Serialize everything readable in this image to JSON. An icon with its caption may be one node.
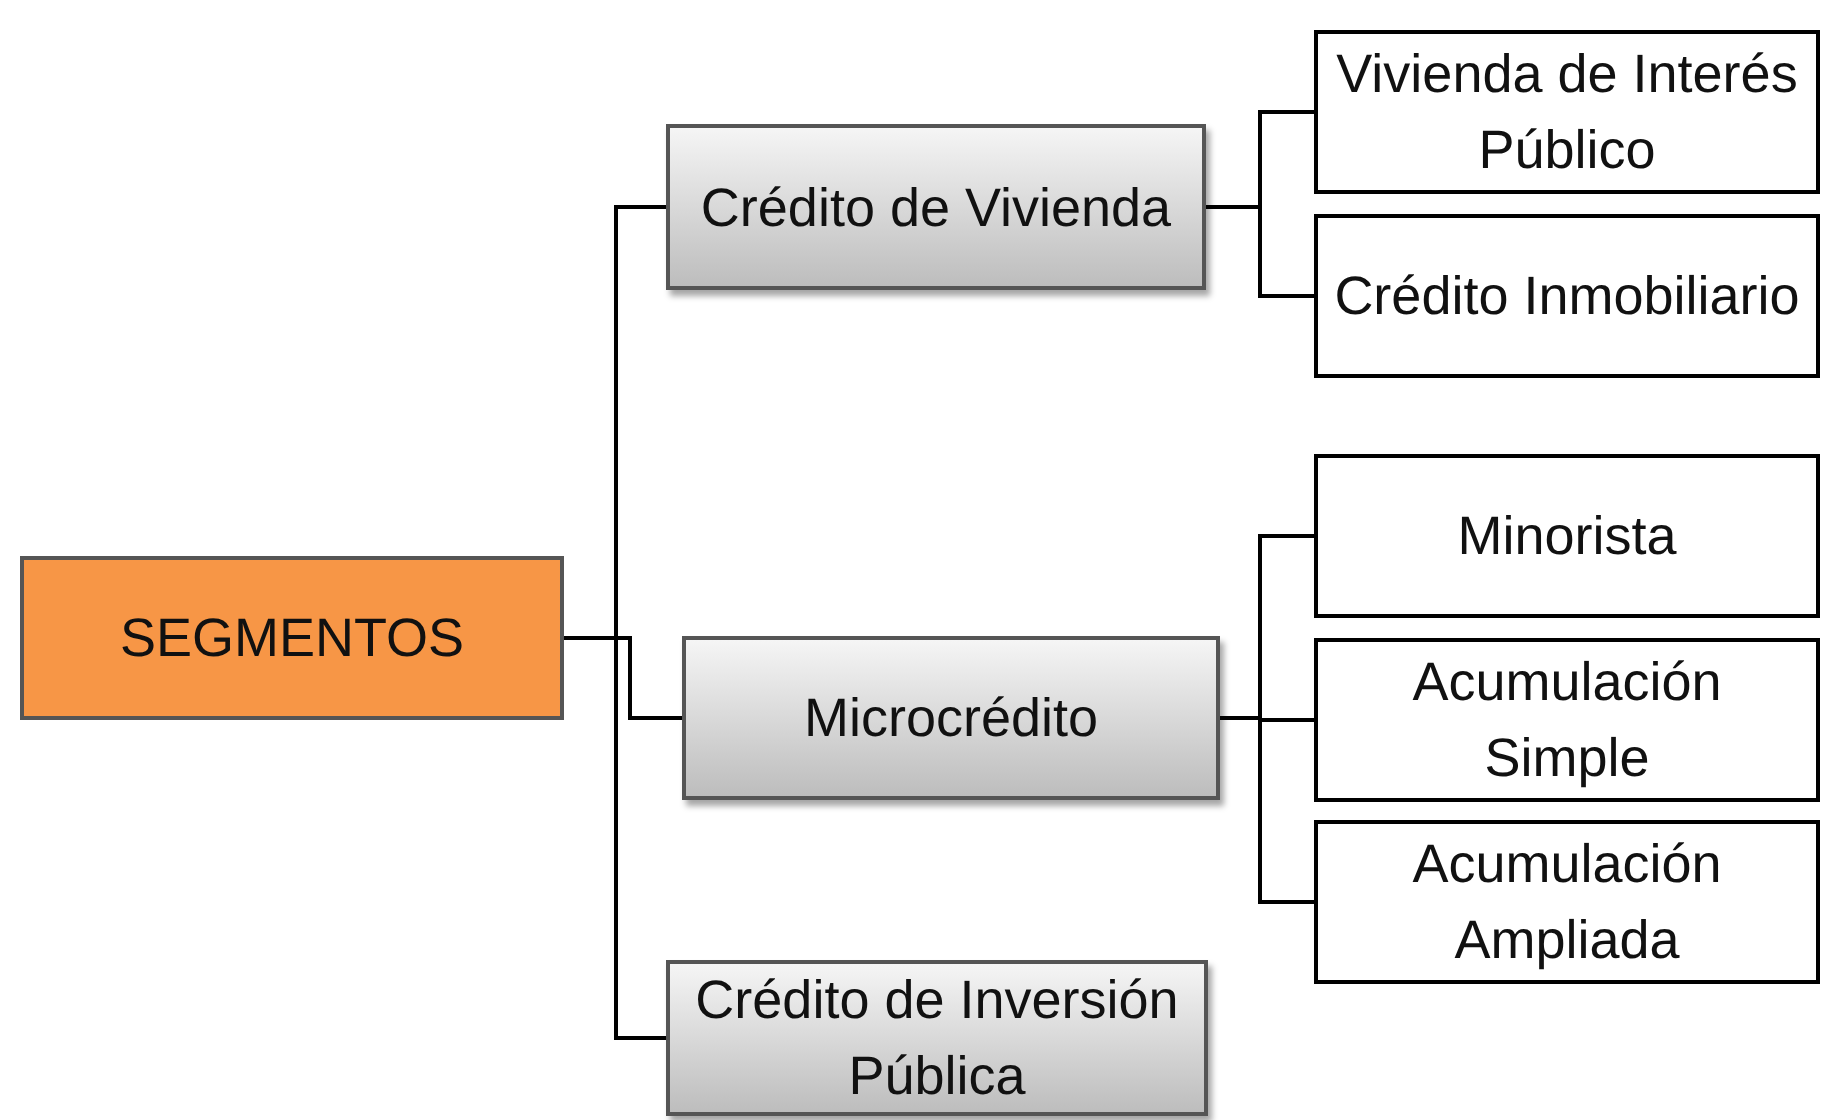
{
  "diagram": {
    "nodes": [
      {
        "text": [
          "SEGMENTOS"
        ]
      },
      {
        "text": [
          "Crédito de Vivienda"
        ]
      },
      {
        "text": [
          "Microcrédito"
        ]
      },
      {
        "text": [
          "Crédito de Inversión Pública"
        ]
      },
      {
        "text": [
          "Vivienda de Interés Público"
        ]
      },
      {
        "text": [
          "Crédito Inmobiliario"
        ]
      },
      {
        "text": [
          "Minorista"
        ]
      },
      {
        "text": [
          "Acumulación Simple"
        ]
      },
      {
        "text": [
          "Acumulación Ampliada"
        ]
      }
    ],
    "edges": [
      {
        "from": 0,
        "to": 1,
        "arrow": "none"
      },
      {
        "from": 0,
        "to": 2,
        "arrow": "none"
      },
      {
        "from": 0,
        "to": 3,
        "arrow": "none"
      },
      {
        "from": 1,
        "to": 4,
        "arrow": "none"
      },
      {
        "from": 1,
        "to": 5,
        "arrow": "none"
      },
      {
        "from": 2,
        "to": 6,
        "arrow": "none"
      },
      {
        "from": 2,
        "to": 7,
        "arrow": "none"
      },
      {
        "from": 2,
        "to": 8,
        "arrow": "none"
      }
    ]
  }
}
